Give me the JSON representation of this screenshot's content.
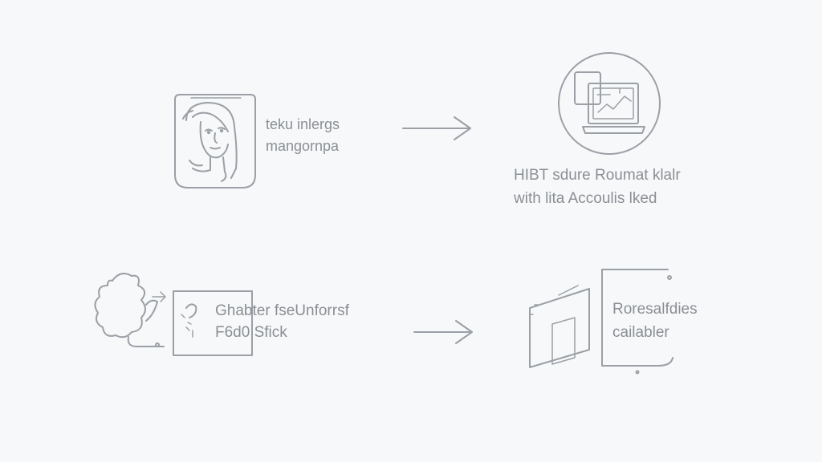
{
  "diagram": {
    "stroke_color": "#9aa0a6",
    "text_color": "#8a8f95",
    "background": "#f7f8f9",
    "steps": [
      {
        "id": "face",
        "icon": "person-portrait-icon",
        "lines": [
          "teku inlergs",
          "mangornpa"
        ]
      },
      {
        "id": "laptop",
        "icon": "laptop-chart-icon",
        "lines": [
          "HIBT sdure Roumat klalr",
          "with lita Accoulis lked"
        ]
      },
      {
        "id": "note",
        "icon": "sketch-cloud-icon",
        "lines": [
          "Ghabter fseUnforrsf",
          "F6d0 Sfick"
        ]
      },
      {
        "id": "frame",
        "icon": "door-frame-icon",
        "lines": [
          "Roresalfdies",
          "cailabler"
        ]
      }
    ],
    "connectors": [
      "arrow-right-icon",
      "arrow-right-icon"
    ]
  }
}
